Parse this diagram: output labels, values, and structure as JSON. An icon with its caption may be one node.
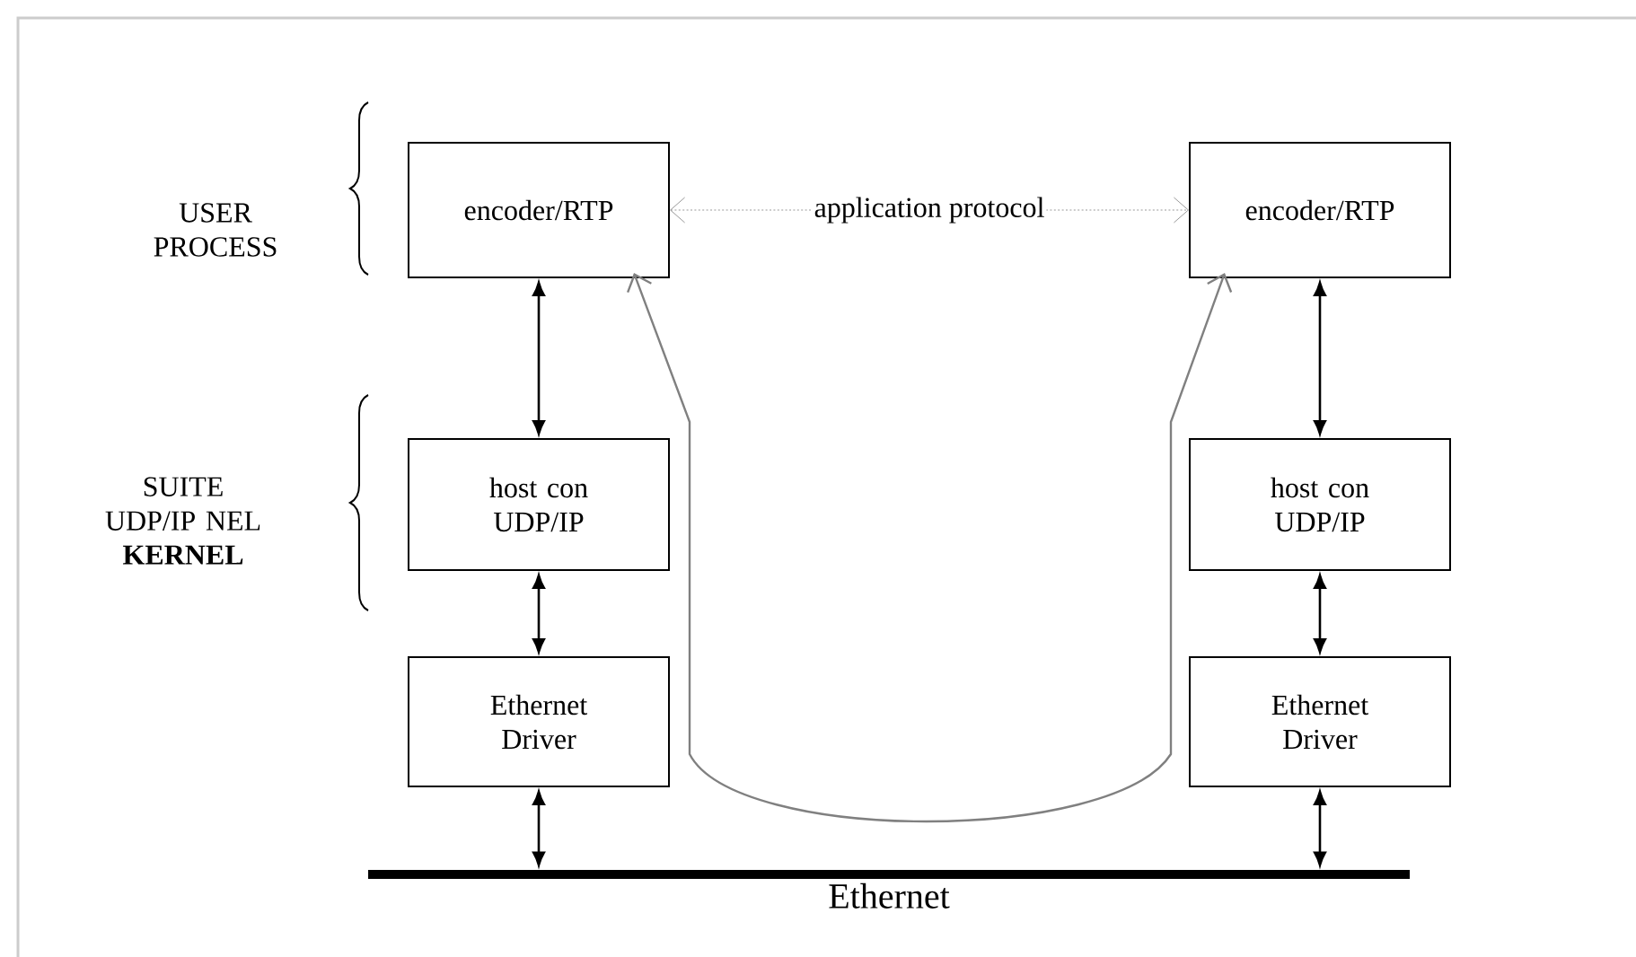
{
  "diagram": {
    "nodes": [
      {
        "text": [
          "encoder/RTP"
        ]
      },
      {
        "text": [
          "encoder/RTP"
        ]
      },
      {
        "text": [
          "host con UDP/IP"
        ]
      },
      {
        "text": [
          "host con UDP/IP"
        ]
      },
      {
        "text": [
          "Ethernet Driver"
        ]
      },
      {
        "text": [
          "Ethernet Driver"
        ]
      },
      {
        "text": [
          "Ethernet"
        ]
      }
    ],
    "edges": [
      {
        "from": 0,
        "to": 1,
        "arrow": "both",
        "label": "application protocol",
        "style": "dashed",
        "color": "#808080"
      },
      {
        "from": 0,
        "to": 2,
        "arrow": "both"
      },
      {
        "from": 2,
        "to": 4,
        "arrow": "both"
      },
      {
        "from": 4,
        "to": 6,
        "arrow": "both"
      },
      {
        "from": 1,
        "to": 3,
        "arrow": "both"
      },
      {
        "from": 3,
        "to": 5,
        "arrow": "both"
      },
      {
        "from": 5,
        "to": 6,
        "arrow": "both"
      },
      {
        "from": 0,
        "to": 1,
        "arrow": "both",
        "color": "#808080"
      }
    ],
    "labels": [
      "USER PROCESS",
      "SUITE UDP/IP NEL **KERNEL**"
    ]
  }
}
